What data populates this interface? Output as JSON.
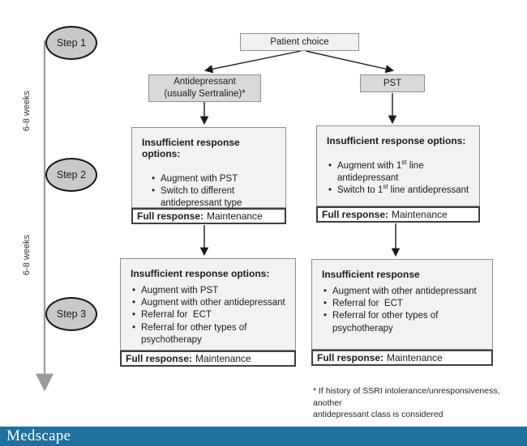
{
  "branding": {
    "logo_text": "Medscape",
    "bar_color": "#20719f"
  },
  "timeline": {
    "steps": [
      {
        "label": "Step 1"
      },
      {
        "label": "Step 2"
      },
      {
        "label": "Step 3"
      }
    ],
    "intervals": [
      {
        "label": "6-8 weeks"
      },
      {
        "label": "6-8 weeks"
      }
    ]
  },
  "nodes": {
    "patient_choice": {
      "label": "Patient choice"
    },
    "antidepressant": {
      "line1": "Antidepressant",
      "line2": "(usually Sertraline)*"
    },
    "pst": {
      "label": "PST"
    }
  },
  "left_column": {
    "step2": {
      "title": "Insufficient response options:",
      "bullets": [
        "Augment with PST",
        "Switch to different antidepressant type"
      ],
      "full_response_label": "Full response:",
      "full_response_value": "Maintenance"
    },
    "step3": {
      "title": "Insufficient response options:",
      "bullets": [
        "Augment with PST",
        "Augment with other antidepressant",
        "Referral for  ECT",
        "Referral for other types of psychotherapy"
      ],
      "full_response_label": "Full response:",
      "full_response_value": "Maintenance"
    }
  },
  "right_column": {
    "step2": {
      "title": "Insufficient response options:",
      "bullets_rich": [
        {
          "pre": "Augment with 1",
          "sup": "st",
          "post": " line antidepressant"
        },
        {
          "pre": "Switch to 1",
          "sup": "st",
          "post": " line antidepressant"
        }
      ],
      "full_response_label": "Full response:",
      "full_response_value": "Maintenance"
    },
    "step3": {
      "title": "Insufficient response",
      "bullets": [
        "Augment with other antidepressant",
        "Referral for  ECT",
        "Referral for other types of psychotherapy"
      ],
      "full_response_label": "Full response:",
      "full_response_value": "Maintenance"
    }
  },
  "footnote": {
    "line1": "* If history of SSRI intolerance/unresponsiveness, another",
    "line2": "antidepressant class is considered"
  }
}
